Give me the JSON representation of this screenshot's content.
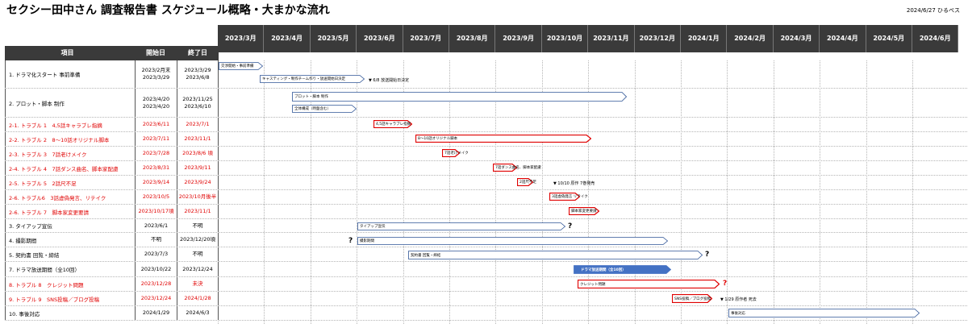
{
  "header": {
    "title": "セクシー田中さん 調査報告書 スケジュール概略・大まかな流れ",
    "stamp": "2024/6/27 ひるぺス"
  },
  "columns": {
    "item": "項目",
    "start": "開始日",
    "end": "終了日"
  },
  "months": [
    "2023/3月",
    "2023/4月",
    "2023/5月",
    "2023/6月",
    "2023/7月",
    "2023/8月",
    "2023/9月",
    "2023/10月",
    "2023/11月",
    "2023/12月",
    "2024/1月",
    "2024/2月",
    "2024/3月",
    "2024/4月",
    "2024/5月",
    "2024/6月"
  ],
  "rows": [
    {
      "item": "1. ドラマ化スタート 事前準備",
      "start": "2023/2月末\n2023/3/29",
      "end": "2023/3/29\n2023/6/8",
      "red": false
    },
    {
      "item": "2. プロット・脚本 制作",
      "start": "2023/4/20\n2023/4/20",
      "end": "2023/11/25\n2023/6/10",
      "red": false
    },
    {
      "item": "2-1. トラブル 1　4,5話キャラブレ指摘",
      "start": "2023/6/11",
      "end": "2023/7/1",
      "red": true
    },
    {
      "item": "2-2. トラブル 2　8～10話オリジナル脚本",
      "start": "2023/7/11",
      "end": "2023/11/1",
      "red": true
    },
    {
      "item": "2-3. トラブル 3　7話老けメイク",
      "start": "2023/7/28",
      "end": "2023/8/6 頃",
      "red": true
    },
    {
      "item": "2-4. トラブル 4　7話ダンス曲名、脚本家配慮",
      "start": "2023/8/31",
      "end": "2023/9/11",
      "red": true
    },
    {
      "item": "2-5. トラブル 5　2話尺不足",
      "start": "2023/9/14",
      "end": "2023/9/24",
      "red": true
    },
    {
      "item": "2-6. トラブル6　3話虚偽発言、リテイク",
      "start": "2023/10/5",
      "end": "2023/10月後半",
      "red": true
    },
    {
      "item": "2-6. トラブル 7　脚本家変更要請",
      "start": "2023/10/17頃",
      "end": "2023/11/1",
      "red": true
    },
    {
      "item": "3. タイアップ宣伝",
      "start": "2023/6/1",
      "end": "不明",
      "red": false
    },
    {
      "item": "4. 撮影期間",
      "start": "不明",
      "end": "2023/12/20頃",
      "red": false
    },
    {
      "item": "5. 契約書 回覧・締結",
      "start": "2023/7/3",
      "end": "不明",
      "red": false
    },
    {
      "item": "7. ドラマ放送期間（全10回）",
      "start": "2023/10/22",
      "end": "2023/12/24",
      "red": false
    },
    {
      "item": "8. トラブル 8　クレジット問題",
      "start": "2023/12/28",
      "end": "未決",
      "red": true
    },
    {
      "item": "9. トラブル 9　SNS投稿／ブログ投稿",
      "start": "2023/12/24",
      "end": "2024/1/28",
      "red": true
    },
    {
      "item": "10. 事後対応",
      "start": "2024/1/29",
      "end": "2024/6/3",
      "red": false
    }
  ],
  "bars": [
    {
      "label": "交渉開始・事前準備",
      "type": "blue"
    },
    {
      "label": "キャスティング・制作チーム作り・放送開始日決定",
      "type": "blue"
    },
    {
      "label": "プロット・脚本 制作",
      "type": "blue"
    },
    {
      "label": "全体構成（時盤含む）",
      "type": "blue"
    },
    {
      "label": "4,5話キャラブレ指摘",
      "type": "red"
    },
    {
      "label": "8～10話オリジナル脚本",
      "type": "red"
    },
    {
      "label": "7話老けメイク",
      "type": "red"
    },
    {
      "label": "7話ダンス曲名、脚本家配慮",
      "type": "red"
    },
    {
      "label": "2話尺不足",
      "type": "red"
    },
    {
      "label": "3話虚偽発言 リテイク",
      "type": "red"
    },
    {
      "label": "脚本家変更要請",
      "type": "red"
    },
    {
      "label": "タイアップ宣伝",
      "type": "blue"
    },
    {
      "label": "撮影期間",
      "type": "blue"
    },
    {
      "label": "契約書 回覧・締結",
      "type": "blue"
    },
    {
      "label": "ドラマ放送期間（全10回）",
      "type": "fill"
    },
    {
      "label": "クレジット問題",
      "type": "red"
    },
    {
      "label": "SNS投稿／ブログ投稿",
      "type": "red"
    },
    {
      "label": "事後対応",
      "type": "blue"
    }
  ],
  "notes": [
    {
      "text": "▼ 6/8 放送開始日決定"
    },
    {
      "text": "▼ 10/10 原作 7巻発売"
    },
    {
      "text": "▼ 1/29 原作者 死去"
    }
  ],
  "question_mark": "?",
  "colors": {
    "header_bg": "#3a3a3a",
    "blue": "#2f5596",
    "red": "#e00000",
    "fill": "#4472c4"
  }
}
